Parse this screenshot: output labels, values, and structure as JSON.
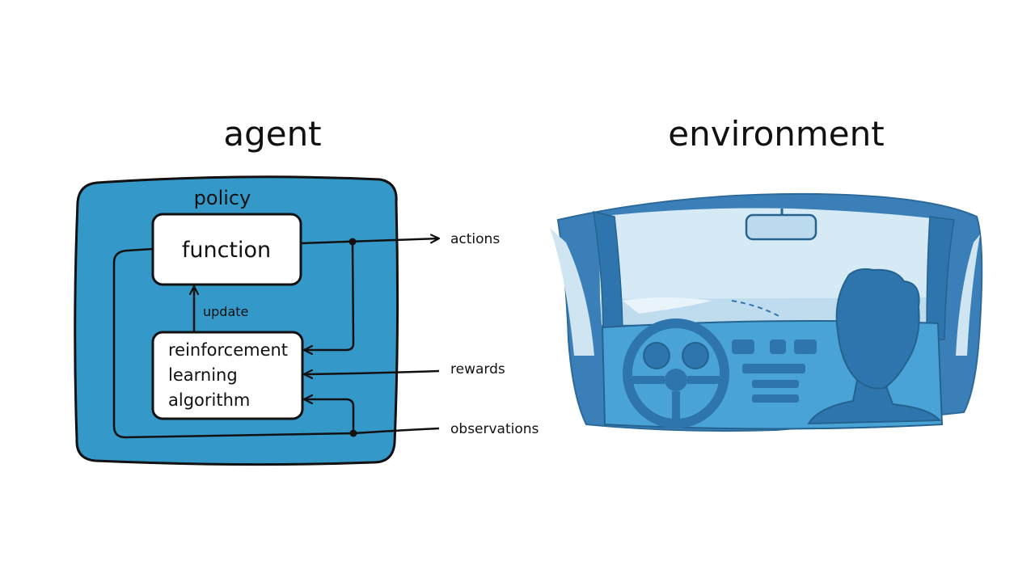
{
  "agent": {
    "title": "agent",
    "policy_label": "policy",
    "function_label": "function",
    "update_label": "update",
    "algorithm_lines": [
      "reinforcement",
      "learning",
      "algorithm"
    ]
  },
  "signals": {
    "actions": "actions",
    "rewards": "rewards",
    "observations": "observations"
  },
  "environment": {
    "title": "environment"
  },
  "icons": {
    "environment_scene": "car-driver-windshield-scene"
  },
  "colors": {
    "agent_fill": "#3498c9",
    "line": "#111111",
    "box_fill": "#ffffff",
    "env_dark": "#2f75ad",
    "env_mid": "#4aa3d6",
    "env_light": "#cfe5f2",
    "env_frame": "#3a7fb8",
    "env_sky": "#e3f0f8"
  }
}
